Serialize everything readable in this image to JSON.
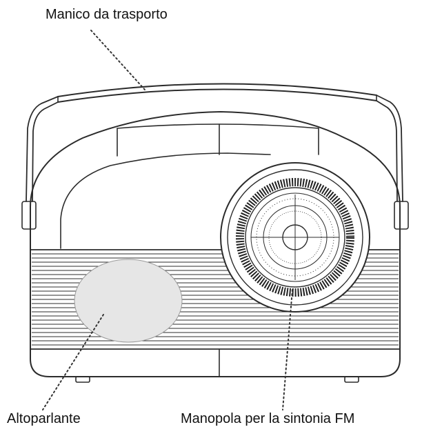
{
  "labels": {
    "handle": "Manico da trasporto",
    "speaker": "Altoparlante",
    "tuning_knob": "Manopola per la sintonia FM"
  },
  "colors": {
    "line": "#2b2b2b",
    "background": "#ffffff"
  }
}
